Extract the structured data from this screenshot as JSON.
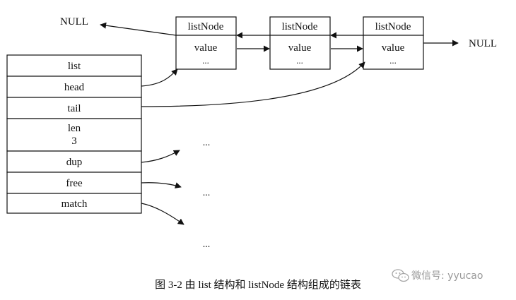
{
  "null_left": "NULL",
  "null_right": "NULL",
  "list_struct": {
    "header": "list",
    "head": "head",
    "tail": "tail",
    "len_label": "len",
    "len_value": "3",
    "dup": "dup",
    "free": "free",
    "match": "match"
  },
  "nodes": [
    {
      "title": "listNode",
      "field": "value",
      "more": "..."
    },
    {
      "title": "listNode",
      "field": "value",
      "more": "..."
    },
    {
      "title": "listNode",
      "field": "value",
      "more": "..."
    }
  ],
  "ellipses": {
    "dup": "...",
    "free": "...",
    "match": "..."
  },
  "caption": "图 3-2    由 list 结构和 listNode 结构组成的链表",
  "watermark": "微信号: yyucao"
}
